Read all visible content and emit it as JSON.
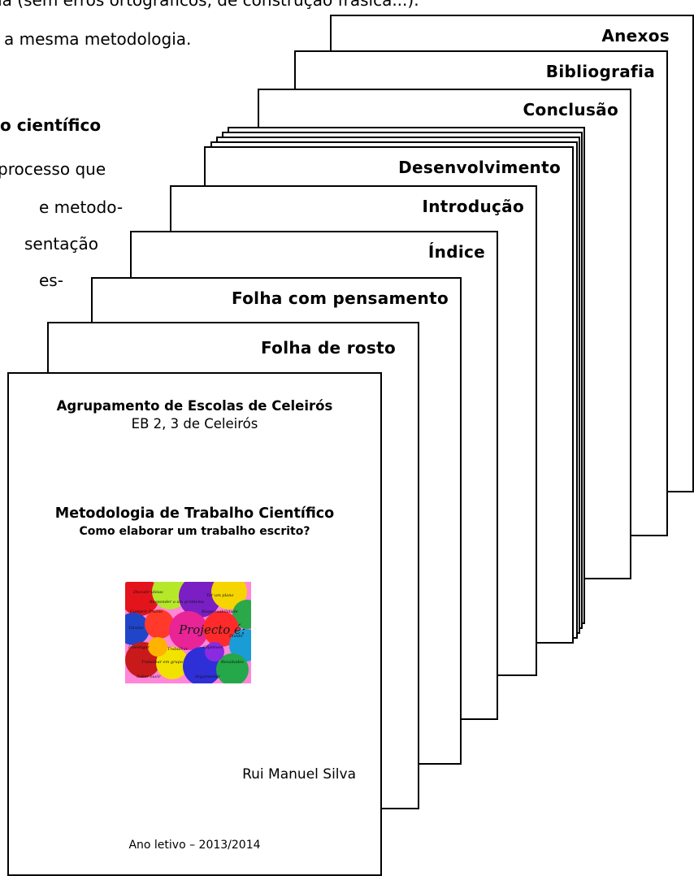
{
  "background_text": {
    "line1": "ua (sem erros ortográficos, de construção frásica...).",
    "line2": "a mesma metodologia.",
    "heading": "o científico",
    "line3": "processo que",
    "line4": "e metodo-",
    "line5": "sentação",
    "line6": "es-"
  },
  "sheets": [
    {
      "label": "Anexos"
    },
    {
      "label": "Bibliografia"
    },
    {
      "label": "Conclusão"
    },
    {
      "label": "Desenvolvimento"
    },
    {
      "label": "Introdução"
    },
    {
      "label": "Índice"
    },
    {
      "label": "Folha com pensamento"
    },
    {
      "label": "Folha de rosto"
    }
  ],
  "cover": {
    "school": "Agrupamento de Escolas de Celeirós",
    "unit": "EB 2, 3 de Celeirós",
    "title": "Metodologia de Trabalho Científico",
    "subtitle": "Como elaborar um trabalho escrito?",
    "author": "Rui Manuel Silva",
    "year": "Ano letivo – 2013/2014"
  },
  "collage": {
    "center_text": "Projecto é:",
    "words": [
      "Discutir ideias",
      "Ter um plano",
      "Responder a um problema",
      "Cumprir Prazos",
      "Responsabilidade",
      "Tarefas",
      "Dividir",
      "Investigar",
      "Trabalhar",
      "Objetivos",
      "Resultados",
      "Trabalhar em grupo",
      "Saber ouvir",
      "Argumentar"
    ]
  }
}
